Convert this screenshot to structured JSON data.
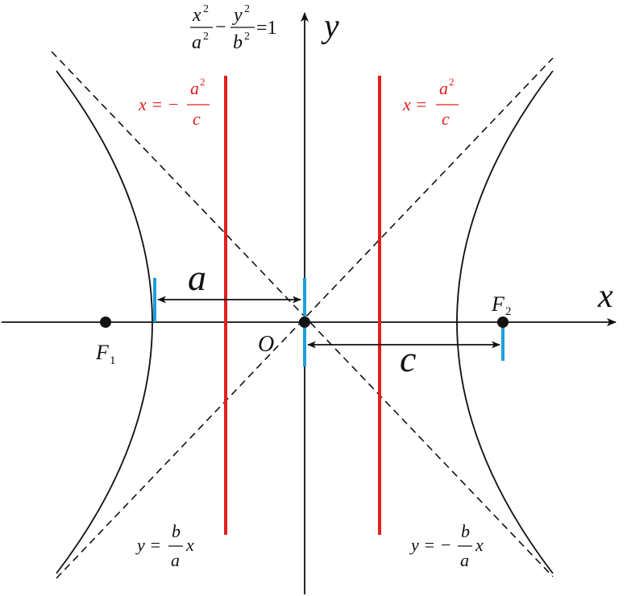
{
  "equation": {
    "x_sq": "x",
    "a_sq": "a",
    "y_sq": "y",
    "b_sq": "b",
    "exp": "2",
    "minus": "−",
    "equals_one": "=1"
  },
  "axes": {
    "x_label": "x",
    "y_label": "y",
    "origin_label": "O"
  },
  "foci": {
    "f1_letter": "F",
    "f1_sub": "1",
    "f2_letter": "F",
    "f2_sub": "2"
  },
  "directrix_left": {
    "lhs": "x = −",
    "num": "a",
    "exp": "2",
    "den": "c"
  },
  "directrix_right": {
    "lhs": "x =",
    "num": "a",
    "exp": "2",
    "den": "c"
  },
  "asymptote_left": {
    "lhs": "y =",
    "num": "b",
    "den": "a",
    "var": "x"
  },
  "asymptote_right": {
    "lhs": "y = −",
    "num": "b",
    "den": "a",
    "var": "x"
  },
  "measures": {
    "a_label": "a",
    "c_label": "c"
  },
  "colors": {
    "directrix": "#e41e1e",
    "tick": "#1e9fdc",
    "curve": "#111111"
  }
}
